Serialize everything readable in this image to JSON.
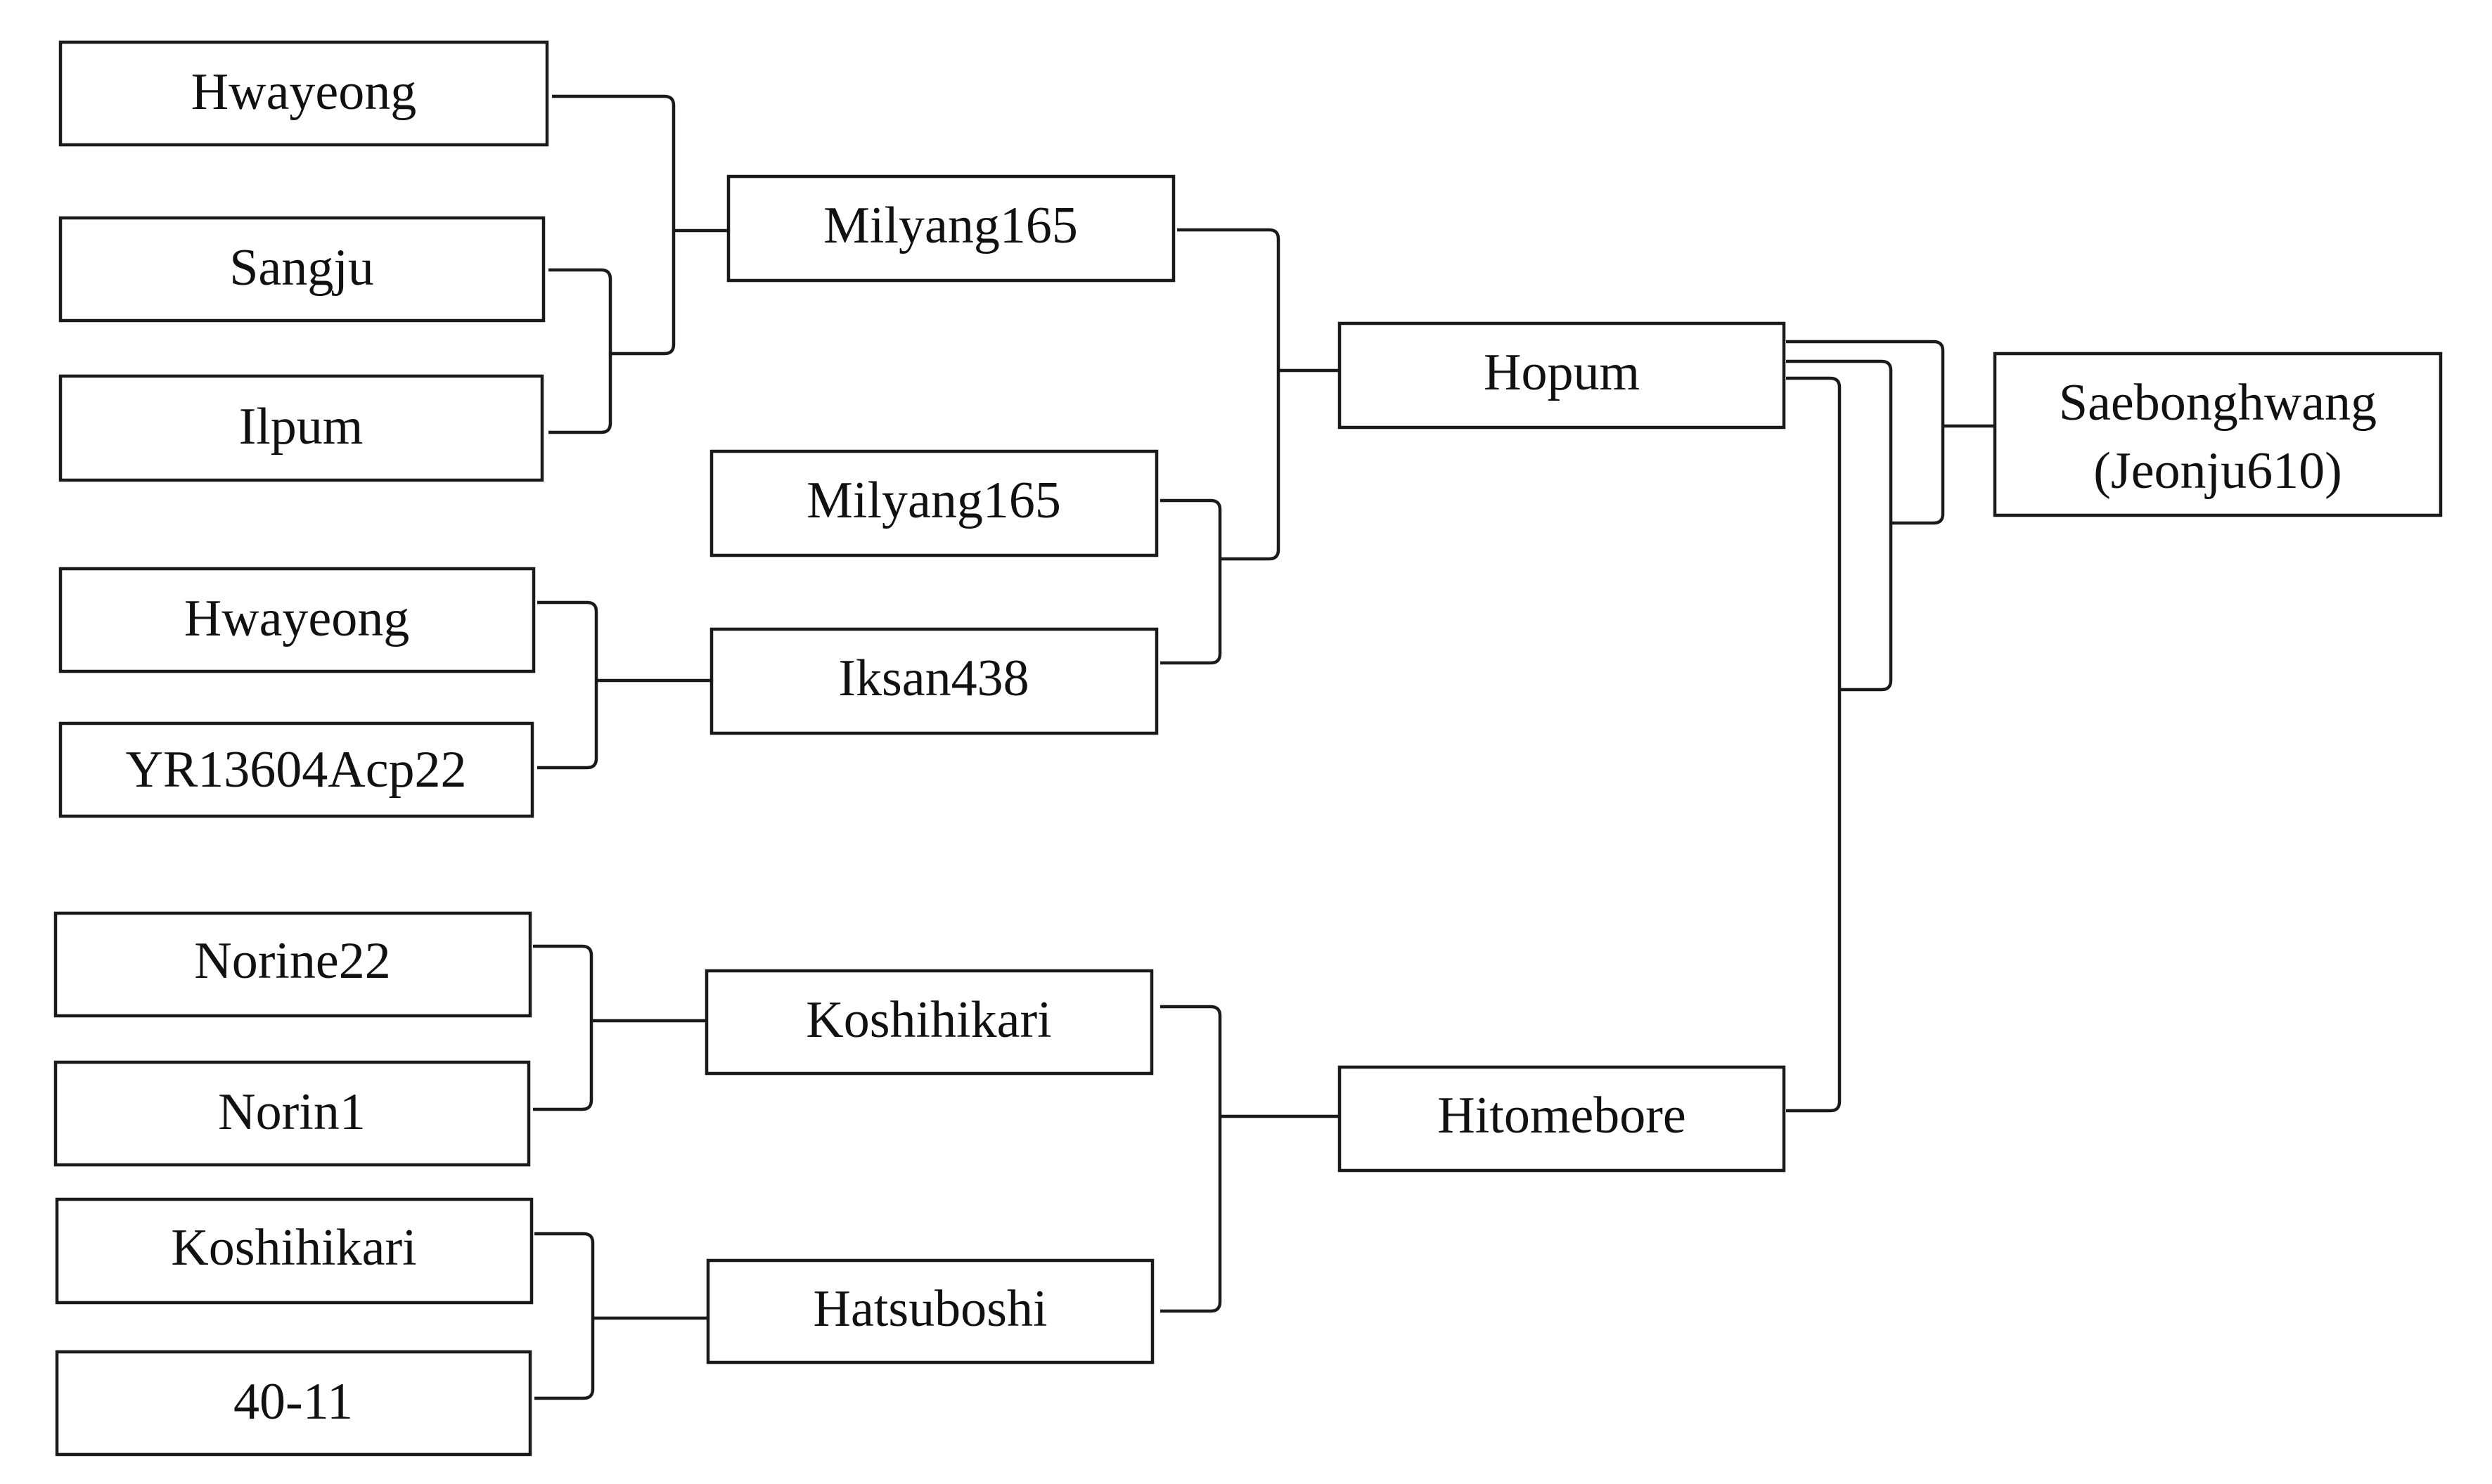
{
  "nodes": {
    "hwayeong_top": {
      "label": "Hwayeong"
    },
    "sangju": {
      "label": "Sangju"
    },
    "ilpum": {
      "label": "Ilpum"
    },
    "milyang165_a": {
      "label": "Milyang165"
    },
    "milyang165_b": {
      "label": "Milyang165"
    },
    "hwayeong_mid": {
      "label": "Hwayeong"
    },
    "yr13604": {
      "label": "YR13604Acp22"
    },
    "iksan438": {
      "label": "Iksan438"
    },
    "hopum": {
      "label": "Hopum"
    },
    "norine22": {
      "label": "Norine22"
    },
    "norin1": {
      "label": "Norin1"
    },
    "koshihikari_a": {
      "label": "Koshihikari"
    },
    "koshihikari_b": {
      "label": "Koshihikari"
    },
    "line4011": {
      "label": "40-11"
    },
    "hatsuboshi": {
      "label": "Hatsuboshi"
    },
    "hitomebore": {
      "label": "Hitomebore"
    },
    "saebonghwang": {
      "label": "Saebonghwang",
      "label2": "(Jeonju610)"
    }
  }
}
